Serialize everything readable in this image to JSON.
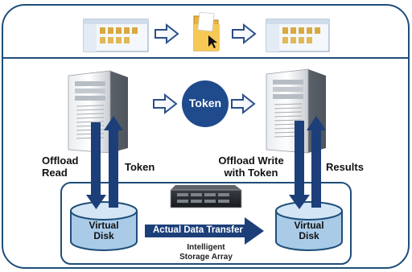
{
  "labels": {
    "token_bubble": "Token",
    "offload_read_line1": "Offload",
    "offload_read_line2": "Read",
    "token_left": "Token",
    "offload_write_line1": "Offload Write",
    "offload_write_line2": "with Token",
    "results": "Results",
    "disk_left_line1": "Virtual",
    "disk_left_line2": "Disk",
    "disk_right_line1": "Virtual",
    "disk_right_line2": "Disk",
    "actual_transfer": "Actual Data Transfer",
    "array_line1": "Intelligent",
    "array_line2": "Storage Array"
  },
  "icons": {
    "top_left_window": "explorer-window-icon",
    "top_folder": "folder-icon",
    "top_right_window": "explorer-window-icon",
    "server_left": "tower-server-icon",
    "server_right": "tower-server-icon",
    "storage_array": "rack-storage-array-icon"
  },
  "colors": {
    "frame_blue": "#1f4e79",
    "arrow_blue": "#1c3f7a",
    "token_circle": "#1f4b8c",
    "disk_fill": "#a9cbe8",
    "disk_top": "#d4e6f5"
  }
}
